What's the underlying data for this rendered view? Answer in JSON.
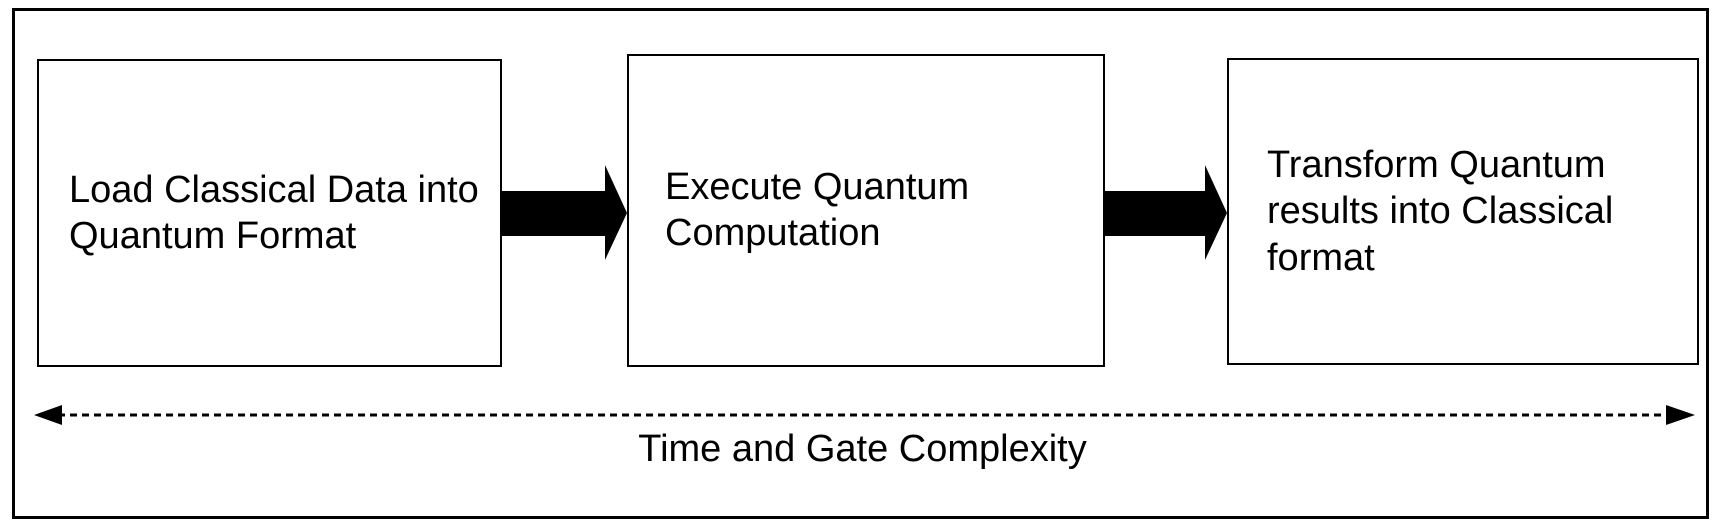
{
  "diagram": {
    "steps": [
      {
        "id": "load",
        "label": "Load Classical Data into Quantum Format"
      },
      {
        "id": "execute",
        "label": "Execute Quantum Computation"
      },
      {
        "id": "transform",
        "label": "Transform Quantum results into Classical format"
      }
    ],
    "axis_caption": "Time and Gate Complexity"
  }
}
